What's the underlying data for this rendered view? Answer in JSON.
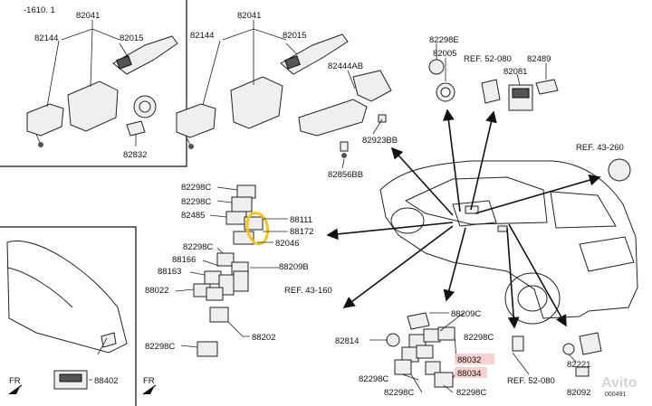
{
  "labels": {
    "p1610_1": "-1610. 1",
    "a82041": "82041",
    "a82144": "82144",
    "a82015": "82015",
    "a82832": "82832",
    "b82041": "82041",
    "b82144": "82144",
    "b82015": "82015",
    "p82444AB": "82444AB",
    "p82923BB": "82923BB",
    "p82856BB": "82856BB",
    "p82298E": "82298E",
    "p82005": "82005",
    "ref52_080_top": "REF. 52-080",
    "p82081": "82081",
    "p82489": "82489",
    "ref43_260": "REF. 43-260",
    "c82298C_1": "82298C",
    "c82298C_2": "82298C",
    "p82485": "82485",
    "p88111": "88111",
    "p88172": "88172",
    "p82046": "82046",
    "d82298C": "82298C",
    "p88166": "88166",
    "p88163": "88163",
    "p88209B": "88209B",
    "p88022": "88022",
    "ref43_160": "REF. 43-160",
    "e82298C": "82298C",
    "p88202": "88202",
    "p88209C": "88209C",
    "f82298C": "82298C",
    "p82814": "82814",
    "p88032": "88032",
    "p88034": "88034",
    "g82298C": "82298C",
    "h82298C": "82298C",
    "i82298C": "82298C",
    "ref52_080_bottom": "REF. 52-080",
    "p82221": "82221",
    "p82092": "82092",
    "p88402": "88402",
    "fr_left": "FR",
    "fr_mid": "FR",
    "code": "000491",
    "watermark": "Avito"
  },
  "colors": {
    "highlight_circle": "#f5c518",
    "highlight_box": "#f7c9c9",
    "line": "#111111"
  }
}
